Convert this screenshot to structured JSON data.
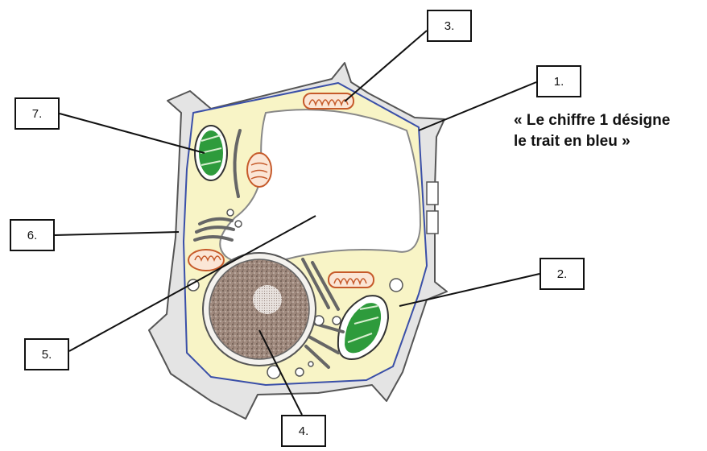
{
  "labels": {
    "l1": "1.",
    "l2": "2.",
    "l3": "3.",
    "l4": "4.",
    "l5": "5.",
    "l6": "6.",
    "l7": "7."
  },
  "note": {
    "line1": "« Le chiffre 1 désigne",
    "line2": "le trait en bleu »"
  },
  "colors": {
    "cell_wall": "#e4e4e4",
    "cytoplasm": "#f8f4c6",
    "membrane": "#3a4fa8",
    "chloroplast": "#2e9b3c",
    "mitochondria": "#c65a2a",
    "nucleus": "#9c8478"
  }
}
